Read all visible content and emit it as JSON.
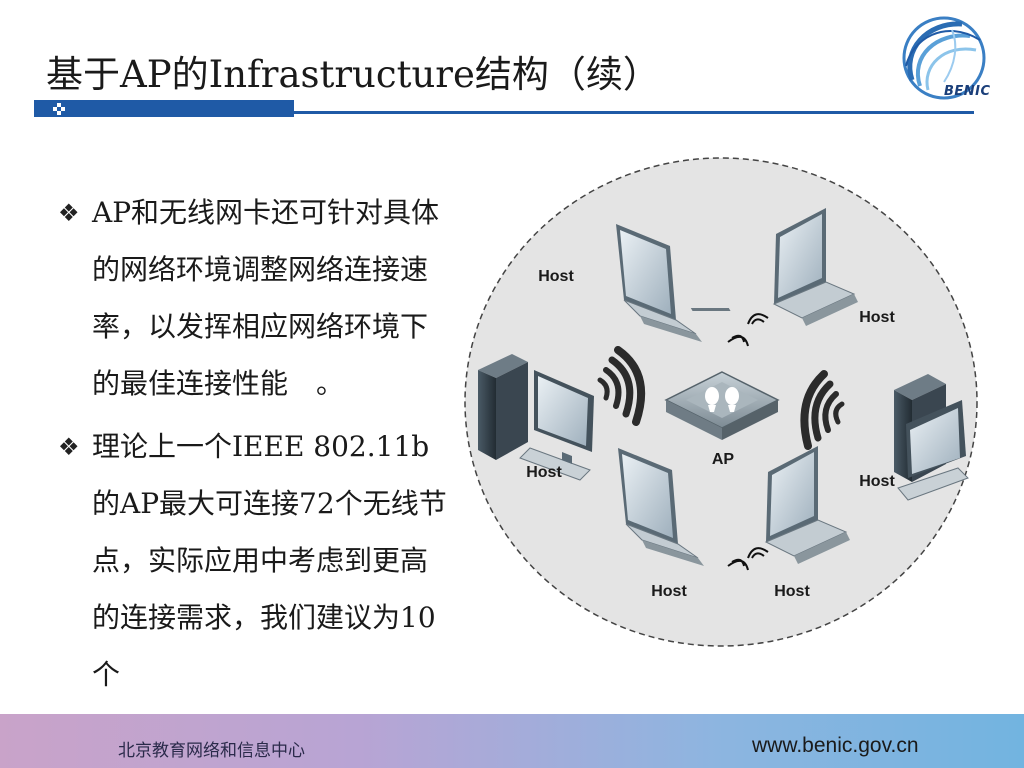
{
  "slide": {
    "title": "基于AP的Infrastructure结构（续）"
  },
  "logo": {
    "text": "BENIC"
  },
  "bullets": [
    {
      "mark": "❖",
      "text": "AP和无线网卡还可针对具体的网络环境调整网络连接速率，以发挥相应网络环境下的最佳连接性能　。"
    },
    {
      "mark": "❖",
      "text": "理论上一个IEEE 802.11b的AP最大可连接72个无线节点，实际应用中考虑到更高的连接需求，我们建议为10个"
    }
  ],
  "diagram": {
    "center_label": "AP",
    "host_label": "Host",
    "hosts": [
      "Host",
      "Host",
      "Host",
      "Host",
      "Host",
      "Host"
    ]
  },
  "footer": {
    "org": "北京教育网络和信息中心",
    "url": "www.benic.gov.cn"
  },
  "colors": {
    "title_bar": "#1f5aa6",
    "circle_fill": "#e4e4e4",
    "footer_start": "#c9a3c9",
    "footer_end": "#72b4e0"
  }
}
